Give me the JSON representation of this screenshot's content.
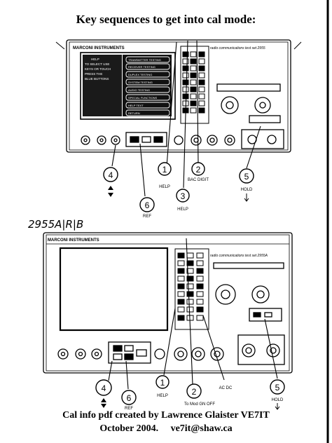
{
  "title": "Key sequences to get into cal mode:",
  "footer": {
    "credit": "Cal info pdf created by Lawrence Glaister VE7IT",
    "date": "October 2004.",
    "email": "ve7it@shaw.ca"
  },
  "handwritten_model": "2955A|R|B",
  "instrument_top": {
    "brand": "MARCONI INSTRUMENTS",
    "model_line": "radio communications test set 2955",
    "screen_menu": [
      "HELP",
      "TO SELECT USE",
      "KEYS OR TOUCH",
      "PRESS THE",
      "BLUE BUTTONS"
    ],
    "soft_keys": [
      "TRANSMITTER TESTING",
      "RECEIVER TESTING",
      "DUPLEX TESTING",
      "SYSTEM TESTING",
      "AUDIO TESTING",
      "SPECIAL FUNCTIONS",
      "HELP TEXT",
      "RETURN"
    ]
  },
  "instrument_bottom": {
    "brand": "MARCONI INSTRUMENTS",
    "model_line": "radio communications test set 2955A"
  },
  "callouts_top": [
    {
      "num": "4",
      "label": ""
    },
    {
      "num": "6",
      "label": "REF"
    },
    {
      "num": "1",
      "label": "HELP"
    },
    {
      "num": "3",
      "label": "HELP"
    },
    {
      "num": "2",
      "label": "BAC DIGIT"
    },
    {
      "num": "5",
      "label": "HOLD"
    }
  ],
  "callouts_bottom": [
    {
      "num": "4",
      "label": ""
    },
    {
      "num": "6",
      "label": "REF"
    },
    {
      "num": "1",
      "label": "HELP"
    },
    {
      "num": "2",
      "label": "To Mod GN OFF"
    },
    {
      "num": "",
      "label": "AC DC"
    },
    {
      "num": "5",
      "label": "HOLD"
    }
  ]
}
